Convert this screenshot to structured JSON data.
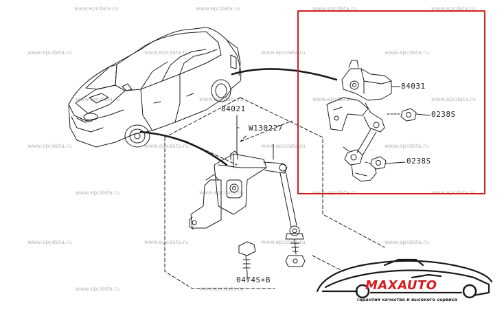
{
  "watermark_text": "www.epcdata.ru",
  "parts": {
    "sensor_assembly": "84021",
    "sensor_bracket_part": "84031",
    "bolt": "W130227",
    "nut_upper": "0238S",
    "nut_lower": "0238S",
    "screw": "0474S∗B"
  },
  "logo": {
    "brand": "MAXAUTO",
    "slogan": "гарантия качества и высокого сервиса"
  },
  "colors": {
    "highlight_frame": "#d61c1c",
    "line_art": "#1a1a1a",
    "watermark": "#b8b8b8"
  }
}
